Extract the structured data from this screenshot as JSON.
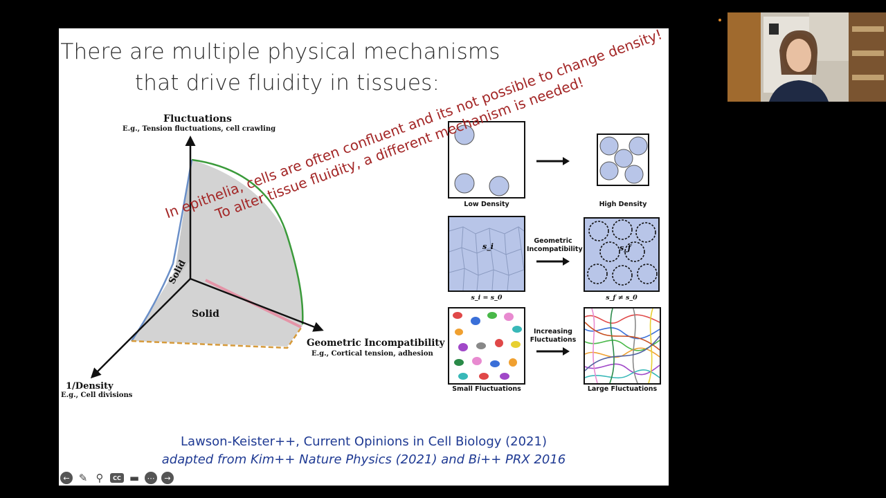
{
  "slide": {
    "title_line1": "There are multiple physical mechanisms",
    "title_line2": "that drive fluidity in tissues:",
    "diagram": {
      "y_axis_title": "Fluctuations",
      "y_axis_sub": "E.g., Tension fluctuations, cell crawling",
      "x_axis_title": "Geometric Incompatibility",
      "x_axis_sub": "E.g., Cortical tension, adhesion",
      "z_axis_title": "1/Density",
      "z_axis_sub": "E.g., Cell divisions",
      "region_solid_front": "Solid",
      "region_solid_side": "Solid",
      "colors": {
        "fill": "#d3d3d3",
        "green_edge": "#3a9a3a",
        "blue_edge": "#6a8fc8",
        "orange_edge": "#d69a3a",
        "pink_edge": "#e88aa0"
      }
    },
    "panels": {
      "low_density_label": "Low Density",
      "high_density_label": "High Density",
      "geo_arrow_label": "Geometric Incompatibility",
      "si_label": "s_i = s_0",
      "sf_label": "s_f ≠ s_0",
      "si_inner": "s_i",
      "sf_inner": "s_f",
      "fluct_arrow_label": "Increasing Fluctuations",
      "small_fluct_label": "Small Fluctuations",
      "large_fluct_label": "Large Fluctuations"
    },
    "overlay_line1": "In epithelia, cells are often confluent and its not possible to change density!",
    "overlay_line2": "To alter tissue fluidity, a different mechanism is needed!",
    "citation_line1": "Lawson-Keister++, Current Opinions in Cell Biology (2021)",
    "citation_line2": "adapted from Kim++ Nature Physics (2021) and Bi++ PRX 2016"
  },
  "toolbar": {
    "icons": [
      "back-arrow-icon",
      "pen-icon",
      "zoom-icon",
      "captions-icon",
      "video-icon",
      "more-icon",
      "forward-arrow-icon"
    ],
    "cc_label": "CC"
  }
}
